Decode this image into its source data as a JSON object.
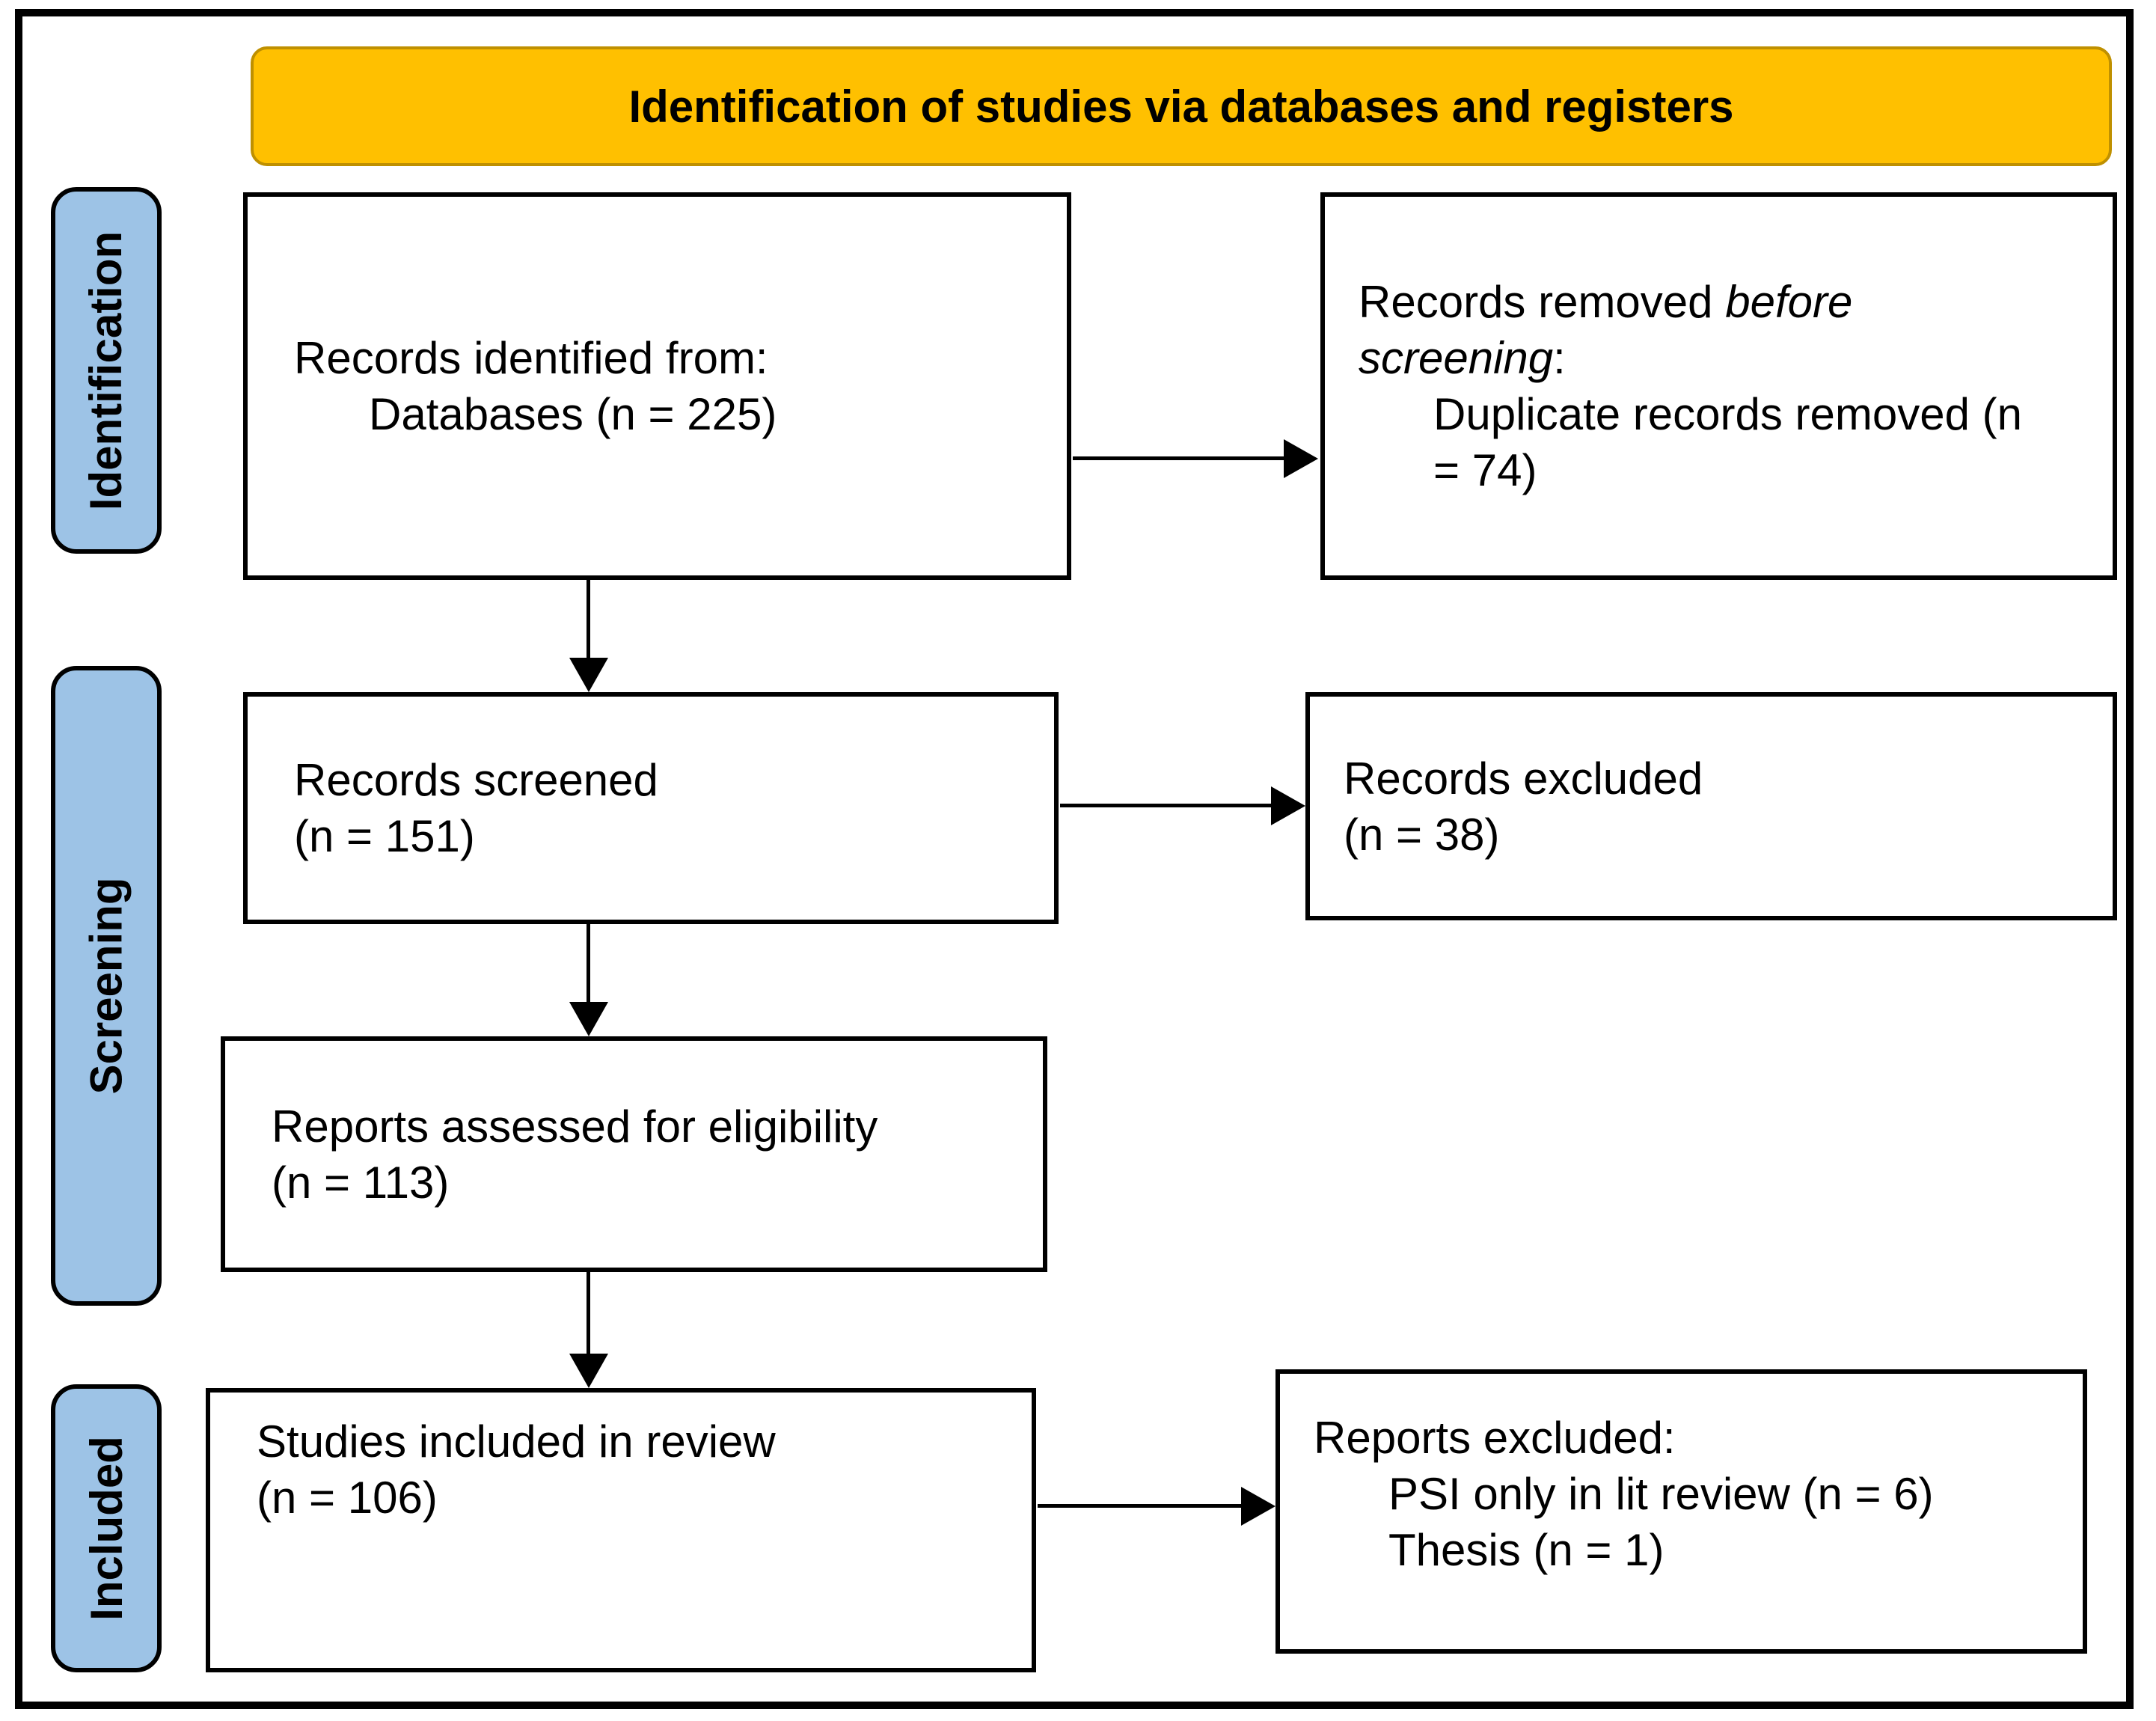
{
  "banner": {
    "label": "Identification of studies via databases and registers"
  },
  "stages": {
    "identification": "Identification",
    "screening": "Screening",
    "included": "Included"
  },
  "boxes": {
    "records_identified": {
      "line1": "Records identified from:",
      "line2": "Databases (n = 225)"
    },
    "records_removed": {
      "line1_normal": "Records removed ",
      "line1_italic": "before",
      "line2_italic": "screening",
      "line2_normal": ":",
      "line3": "Duplicate records removed (n",
      "line4": "= 74)"
    },
    "records_screened": {
      "line1": "Records screened",
      "line2": "(n = 151)"
    },
    "records_excluded": {
      "line1": "Records excluded",
      "line2": "(n = 38)"
    },
    "reports_assessed": {
      "line1": "Reports assessed for eligibility",
      "line2": "(n = 113)"
    },
    "studies_included": {
      "line1": "Studies included in review",
      "line2": "(n = 106)"
    },
    "reports_excluded": {
      "line1": "Reports excluded:",
      "line2": "PSI only in lit review (n = 6)",
      "line3": "Thesis (n = 1)"
    }
  },
  "colors": {
    "banner_bg": "#FFC000",
    "banner_border": "#BF9000",
    "stage_bg": "#9DC3E6",
    "box_border": "#000000",
    "box_bg": "#FFFFFF",
    "text": "#000000"
  }
}
